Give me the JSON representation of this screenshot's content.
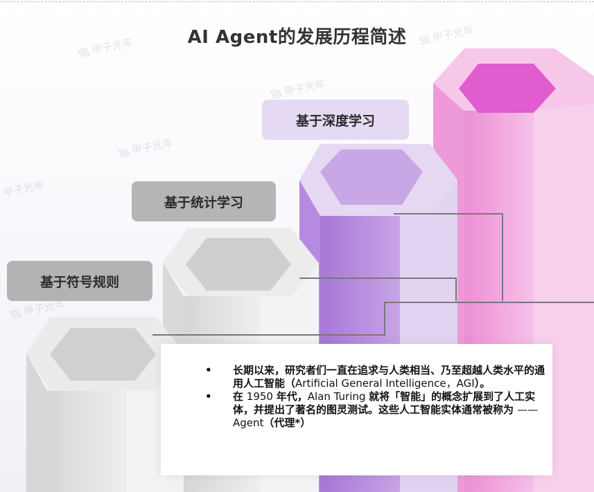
{
  "title": "AI Agent的发展历程简述",
  "stages": [
    {
      "label": "基于符号规则"
    },
    {
      "label": "基于统计学习"
    },
    {
      "label": "基于深度学习"
    }
  ],
  "watermark": {
    "mark": "\\\\\\\\",
    "text": "甲子光年"
  },
  "bullets": [
    {
      "parts": [
        {
          "text": "长期以来，研究者们一直在追求与人类相当、乃至超越人类水平的通用人工智能（",
          "bold": true
        },
        {
          "text": "Artificial General Intelligence，AGI",
          "bold": false
        },
        {
          "text": "）。",
          "bold": true
        }
      ]
    },
    {
      "parts": [
        {
          "text": "在",
          "bold": true
        },
        {
          "text": " 1950 ",
          "bold": false
        },
        {
          "text": "年代，",
          "bold": true
        },
        {
          "text": "Alan Turing ",
          "bold": false
        },
        {
          "text": "就将「智能」的概念扩展到了人工实体，并提出了著名的图灵测试。这些人工智能实体通常被称为 ",
          "bold": true
        },
        {
          "text": "—— Agent",
          "bold": false
        },
        {
          "text": "（代理*）",
          "bold": true
        }
      ]
    }
  ],
  "colors": {
    "gray_light": "#e0e0e0",
    "gray_top": "#cfcfcf",
    "purple": "#c29be0",
    "purple_top": "#b888de",
    "pink": "#f3b3e2",
    "pink_top": "#e25fcf"
  }
}
